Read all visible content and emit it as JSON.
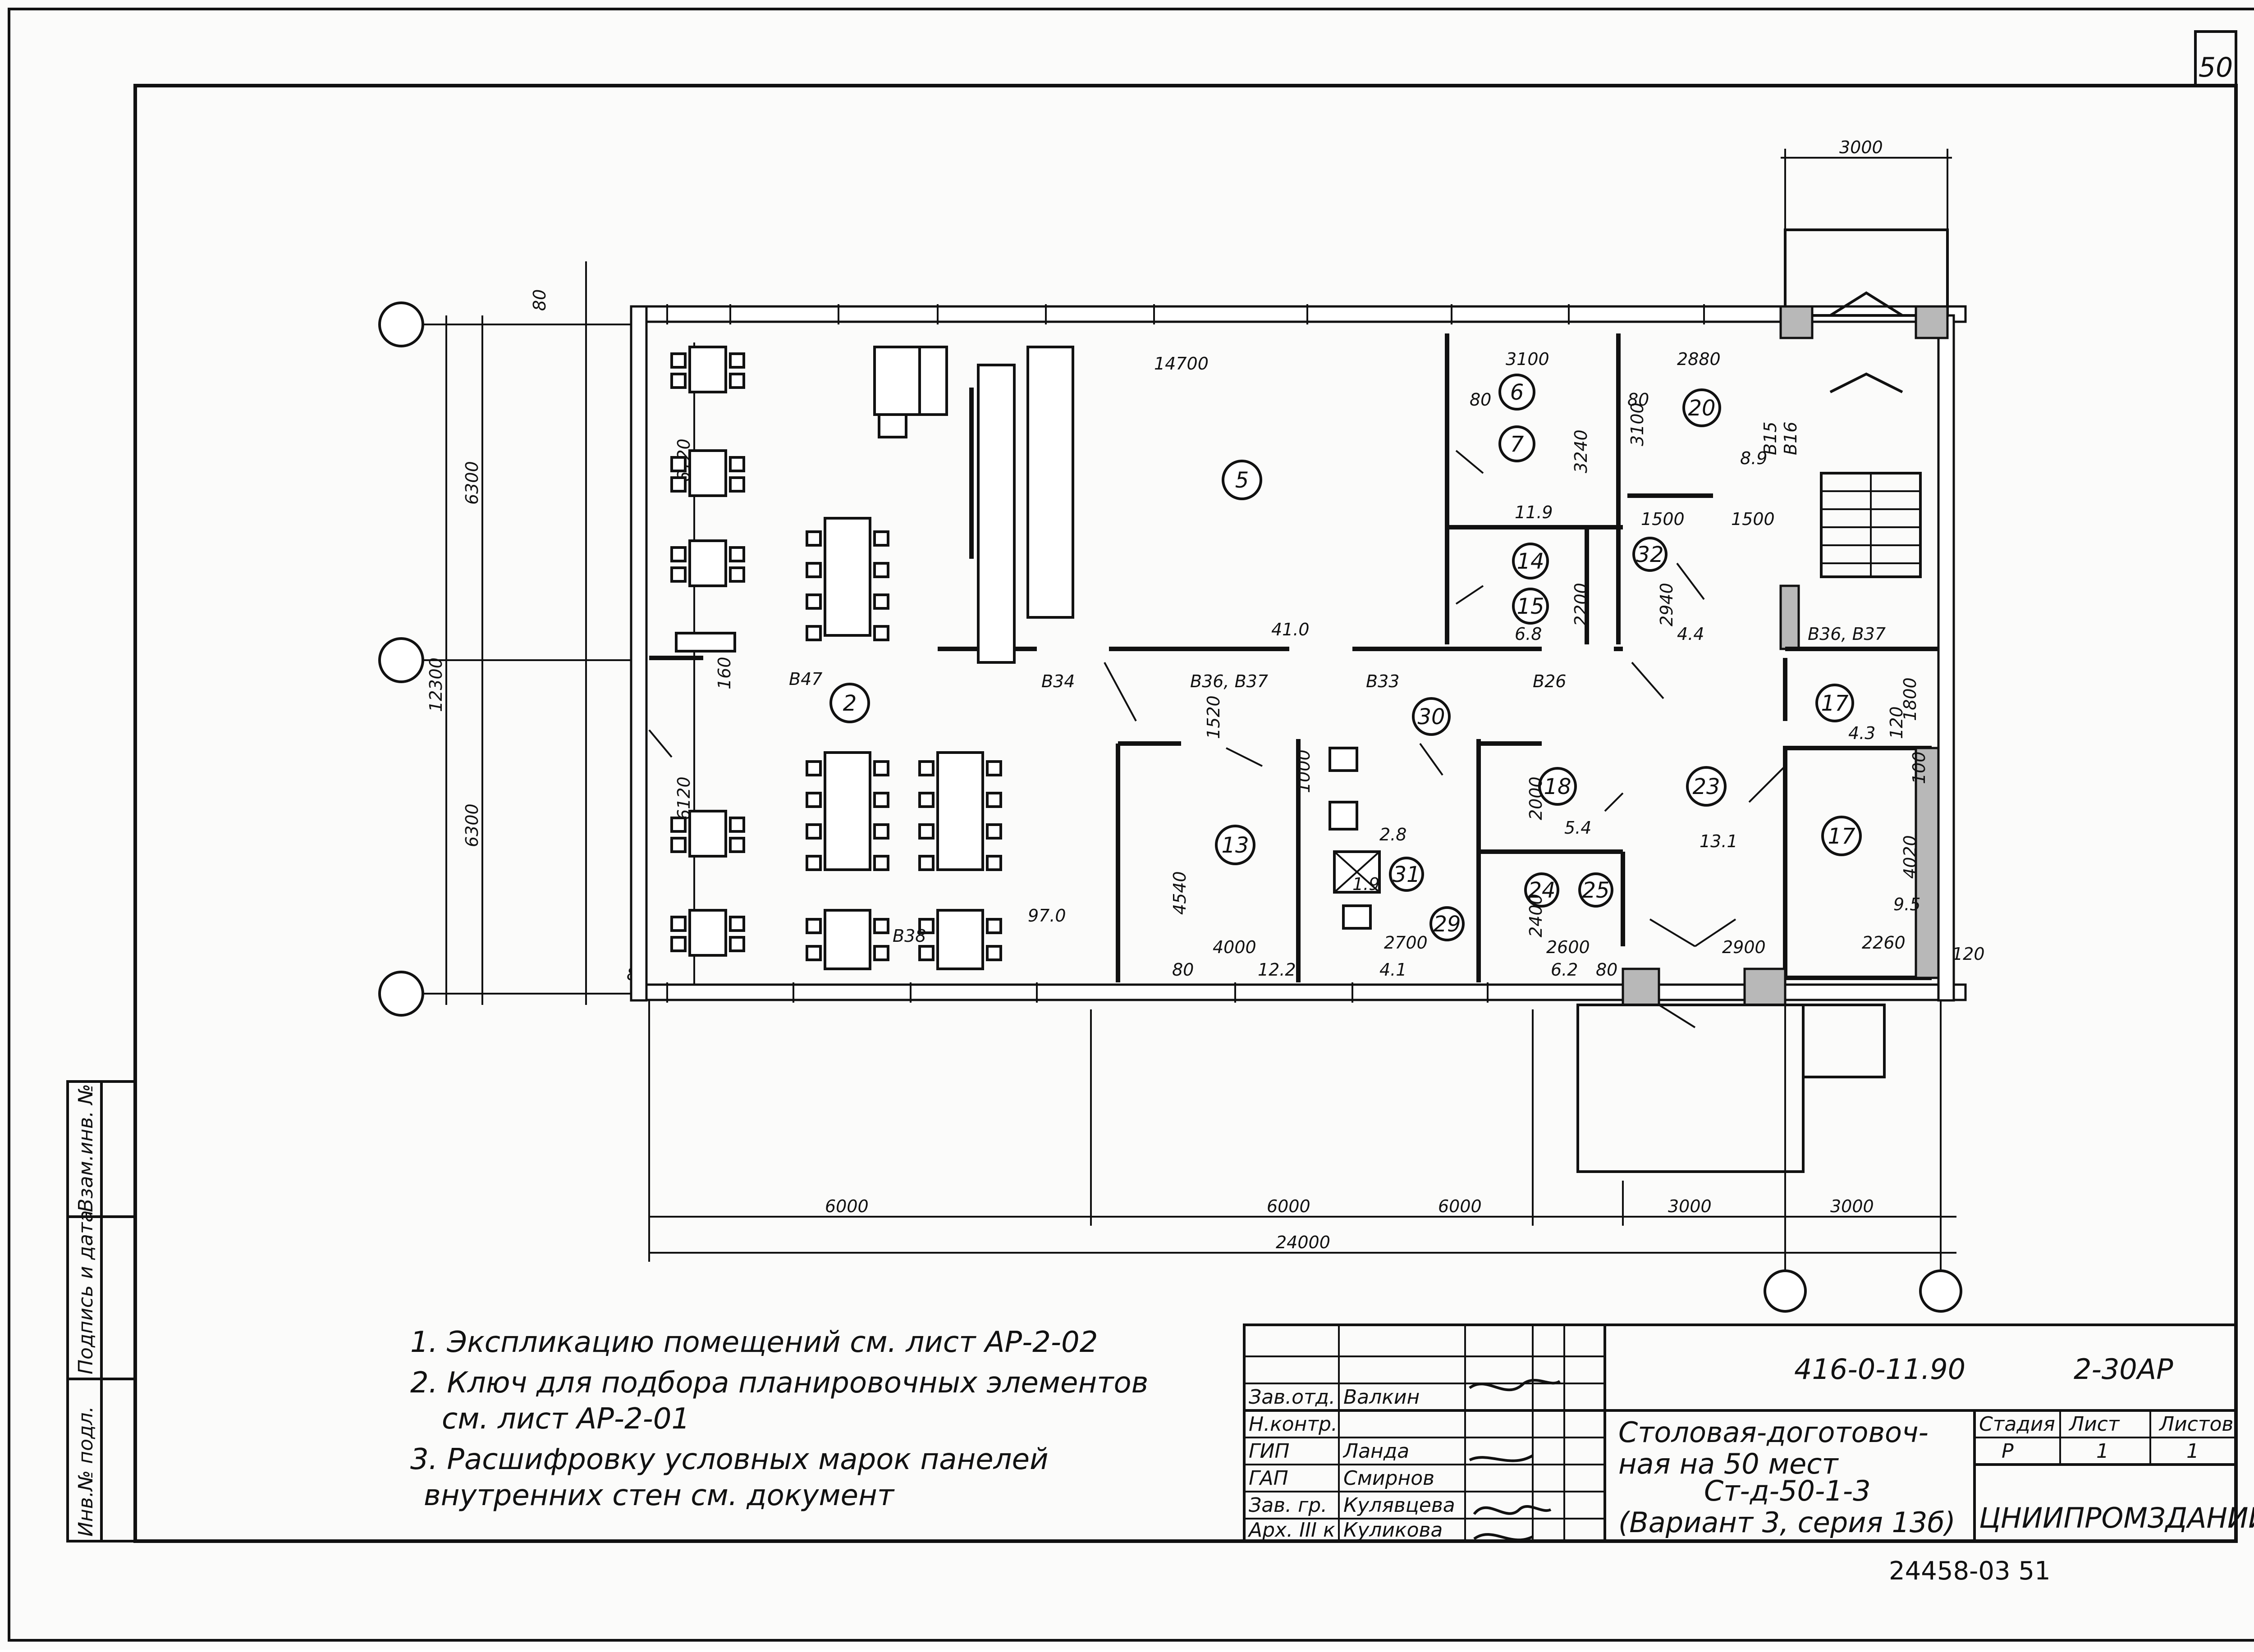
{
  "sheet_number": "50",
  "doc_code": "416-0-11.90",
  "drawing_code": "2-30АР",
  "archive_number": "24458-03  51",
  "organization": "ЦНИИПРОМЗДАНИЙ",
  "title_lines": [
    "Столовая-доготовоч-",
    "ная на 50 мест",
    "Ст-д-50-1-3",
    "(Вариант 3, серия 13б)"
  ],
  "title_block": {
    "headers": [
      "Стадия",
      "Лист",
      "Листов"
    ],
    "values": [
      "Р",
      "1",
      "1"
    ],
    "signers": [
      {
        "role": "Зав.отд.",
        "name": "Валкин"
      },
      {
        "role": "Н.контр.",
        "name": ""
      },
      {
        "role": "ГИП",
        "name": "Ланда"
      },
      {
        "role": "ГАП",
        "name": "Смирнов"
      },
      {
        "role": "Зав. гр.",
        "name": "Кулявцева"
      },
      {
        "role": "Арх. III к",
        "name": "Куликова"
      }
    ]
  },
  "side_stamp": [
    "Взам.инв. №",
    "Подпись и дата",
    "Инв.№ подл."
  ],
  "notes": [
    "1. Экспликацию помещений см. лист АР-2-02",
    "2. Ключ для подбора планировочных элементов",
    "см. лист АР-2-01",
    "3. Расшифровку условных марок панелей",
    "внутренних стен см. документ"
  ],
  "dimensions": {
    "top_3000": "3000",
    "d14700": "14700",
    "d3100a": "3100",
    "d2880": "2880",
    "d3100b": "3100",
    "d3240": "3240",
    "d2200": "2200",
    "d2940": "2940",
    "d1500a": "1500",
    "d1500b": "1500",
    "d6300a": "6300",
    "d6300b": "6300",
    "d12300": "12300",
    "d6120a": "6120",
    "d6120b": "6120",
    "d160": "160",
    "d1520": "1520",
    "d4540": "4540",
    "d4000": "4000",
    "d2700": "2700",
    "d2000a": "2000",
    "d2400": "2400",
    "d2600": "2600",
    "d2900": "2900",
    "d4020": "4020",
    "d2260": "2260",
    "d1000": "1000",
    "d1800": "1800",
    "d120a": "120",
    "d120b": "120",
    "d100": "100",
    "d80": "80",
    "bottom": [
      "6000",
      "6000",
      "6000",
      "3000",
      "3000"
    ],
    "total": "24000"
  },
  "areas": [
    "41.0",
    "97.0",
    "11.9",
    "6.8",
    "8.9",
    "4.4",
    "5.4",
    "4.3",
    "13.1",
    "12.2",
    "4.1",
    "6.2",
    "2.8",
    "1.9",
    "9.5"
  ],
  "room_numbers": [
    "2",
    "5",
    "6",
    "7",
    "14",
    "15",
    "20",
    "32",
    "13",
    "18",
    "23",
    "17",
    "17",
    "24",
    "25",
    "29",
    "30",
    "31"
  ],
  "panel_marks": [
    "В47",
    "В34",
    "В36, В37",
    "В33",
    "В26",
    "В36, В37",
    "В15",
    "В16",
    "В38"
  ]
}
